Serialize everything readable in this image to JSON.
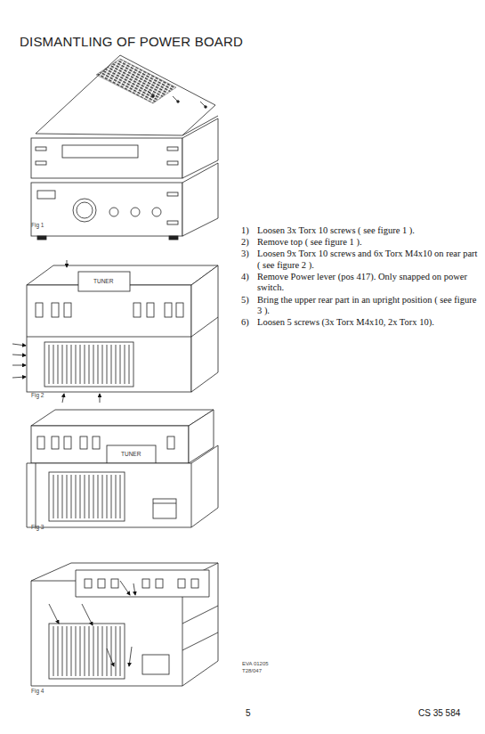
{
  "diagram": {
    "title": "DISMANTLING OF POWER BOARD",
    "labels": [
      "Fig 1",
      "TUNER",
      "Fig 2",
      "TUNER",
      "Fig 3",
      "Fig 4",
      "1)",
      "Loosen 3x Torx 10 screws ( see figure 1 ).",
      "2)",
      "Remove top ( see figure 1 ).",
      "3)",
      "Loosen 9x Torx 10 screws and 6x Torx M4x10 on rear part ( see figure 2 ).",
      "4)",
      "Remove Power lever (pos 417). Only snapped on power switch.",
      "5)",
      "Bring the upper rear part in an upright position ( see figure 3 ).",
      "6)",
      "Loosen 5 screws (3x Torx M4x10, 2x Torx 10).",
      "EVA 01205",
      "T28/047",
      "5",
      "CS 35 584"
    ]
  }
}
